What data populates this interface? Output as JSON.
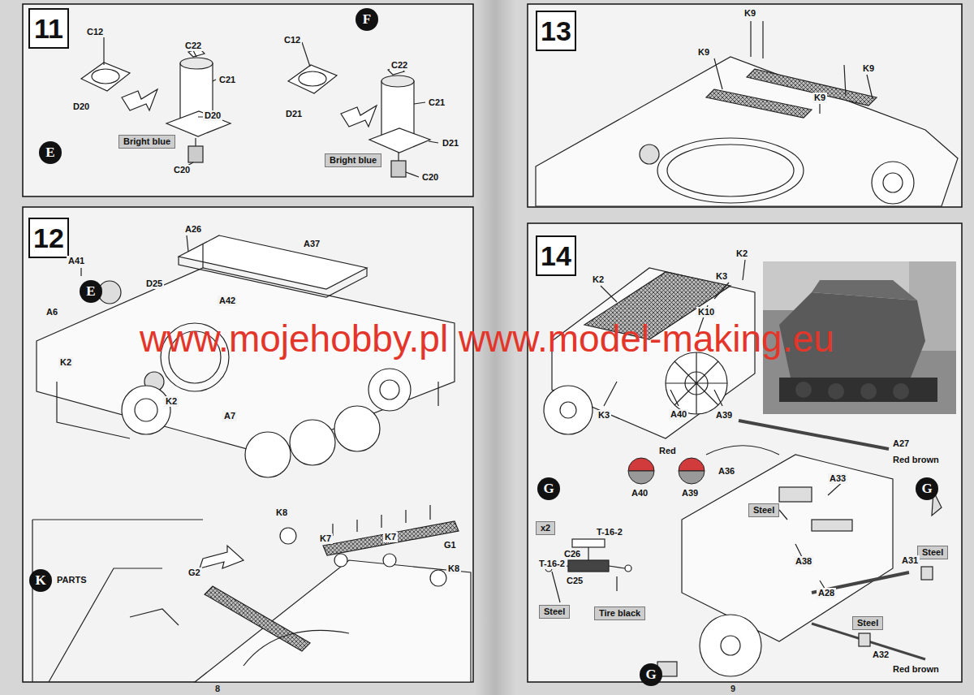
{
  "diagram": {
    "nodes": [
      {
        "text": [
          "11"
        ]
      },
      {
        "text": [
          "E"
        ]
      },
      {
        "text": [
          "Bright blue"
        ]
      },
      {
        "text": [
          "F"
        ]
      },
      {
        "text": [
          "Bright blue"
        ]
      },
      {
        "text": [
          "12"
        ]
      },
      {
        "text": [
          "E"
        ]
      },
      {
        "text": [
          "K"
        ]
      },
      {
        "text": [
          "13"
        ]
      },
      {
        "text": [
          "14"
        ]
      },
      {
        "text": [
          "G"
        ]
      },
      {
        "text": [
          "Steel"
        ]
      },
      {
        "text": [
          "G"
        ]
      },
      {
        "text": [
          "x2"
        ]
      },
      {
        "text": [
          "Steel"
        ]
      },
      {
        "text": [
          "Tire black"
        ]
      },
      {
        "text": [
          "Steel"
        ]
      },
      {
        "text": [
          "Steel"
        ]
      },
      {
        "text": [
          "G"
        ]
      }
    ],
    "labels": [
      "C12",
      "C22",
      "C21",
      "D20",
      "D20",
      "C20",
      "C12",
      "C22",
      "C21",
      "D21",
      "D21",
      "C20",
      "A37",
      "A26",
      "A41",
      "D25",
      "A42",
      "A6",
      "K2",
      "K2",
      "A7",
      "K8",
      "K7",
      "K7",
      "G1",
      "K8",
      "G2",
      "PARTS",
      "K9",
      "K9",
      "K9",
      "K9",
      "K2",
      "K2",
      "K3",
      "K10",
      "K3",
      "A40",
      "A39",
      "Red",
      "A40",
      "A39",
      "A36",
      "A27",
      "A33",
      "Red brown",
      "C26",
      "T-16-2",
      "T-16-2",
      "C25",
      "A38",
      "A28",
      "A31",
      "A32",
      "Red brown",
      "8",
      "9",
      "www.mojehobby.pl www.model-making.eu"
    ]
  }
}
